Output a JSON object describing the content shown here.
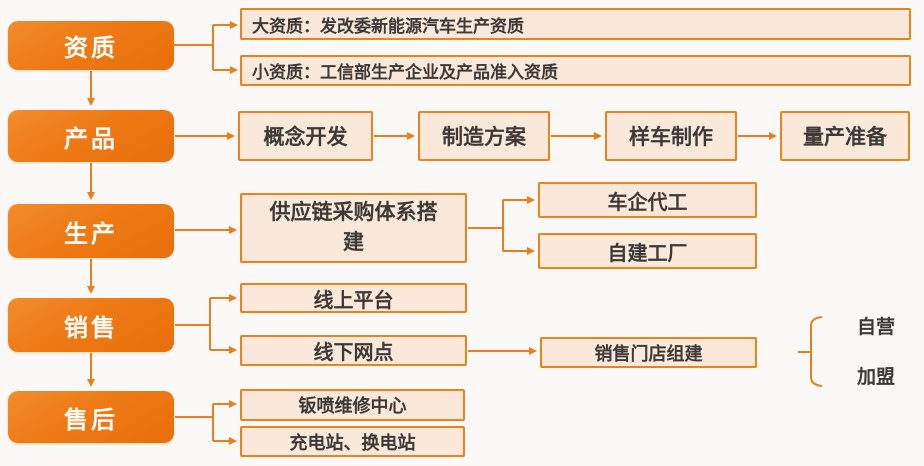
{
  "diagram": {
    "title": "",
    "stages": [
      {
        "label": "资质"
      },
      {
        "label": "产品"
      },
      {
        "label": "生产"
      },
      {
        "label": "销售"
      },
      {
        "label": "售后"
      }
    ],
    "qualification": {
      "big": "大资质：发改委新能源汽车生产资质",
      "small": "小资质：工信部生产企业及产品准入资质"
    },
    "product_steps": [
      {
        "label": "概念开发"
      },
      {
        "label": "制造方案"
      },
      {
        "label": "样车制作"
      },
      {
        "label": "量产准备"
      }
    ],
    "production": {
      "supply_chain": "供应链采购体系搭建",
      "modes": [
        {
          "label": "车企代工"
        },
        {
          "label": "自建工厂"
        }
      ]
    },
    "sales": {
      "channels": [
        {
          "label": "线上平台"
        },
        {
          "label": "线下网点"
        }
      ],
      "store_building": "销售门店组建",
      "store_models": [
        {
          "label": "自营"
        },
        {
          "label": "加盟"
        }
      ]
    },
    "after_sales": [
      {
        "label": "钣喷维修中心"
      },
      {
        "label": "充电站、换电站"
      }
    ],
    "colors": {
      "accent_orange": "#EE7A15",
      "box_fill": "#FAE9DA",
      "box_border": "#E8831D",
      "connector": "#E87E1C",
      "text_dark": "#3D3937",
      "background": "#FAF9F8"
    }
  }
}
